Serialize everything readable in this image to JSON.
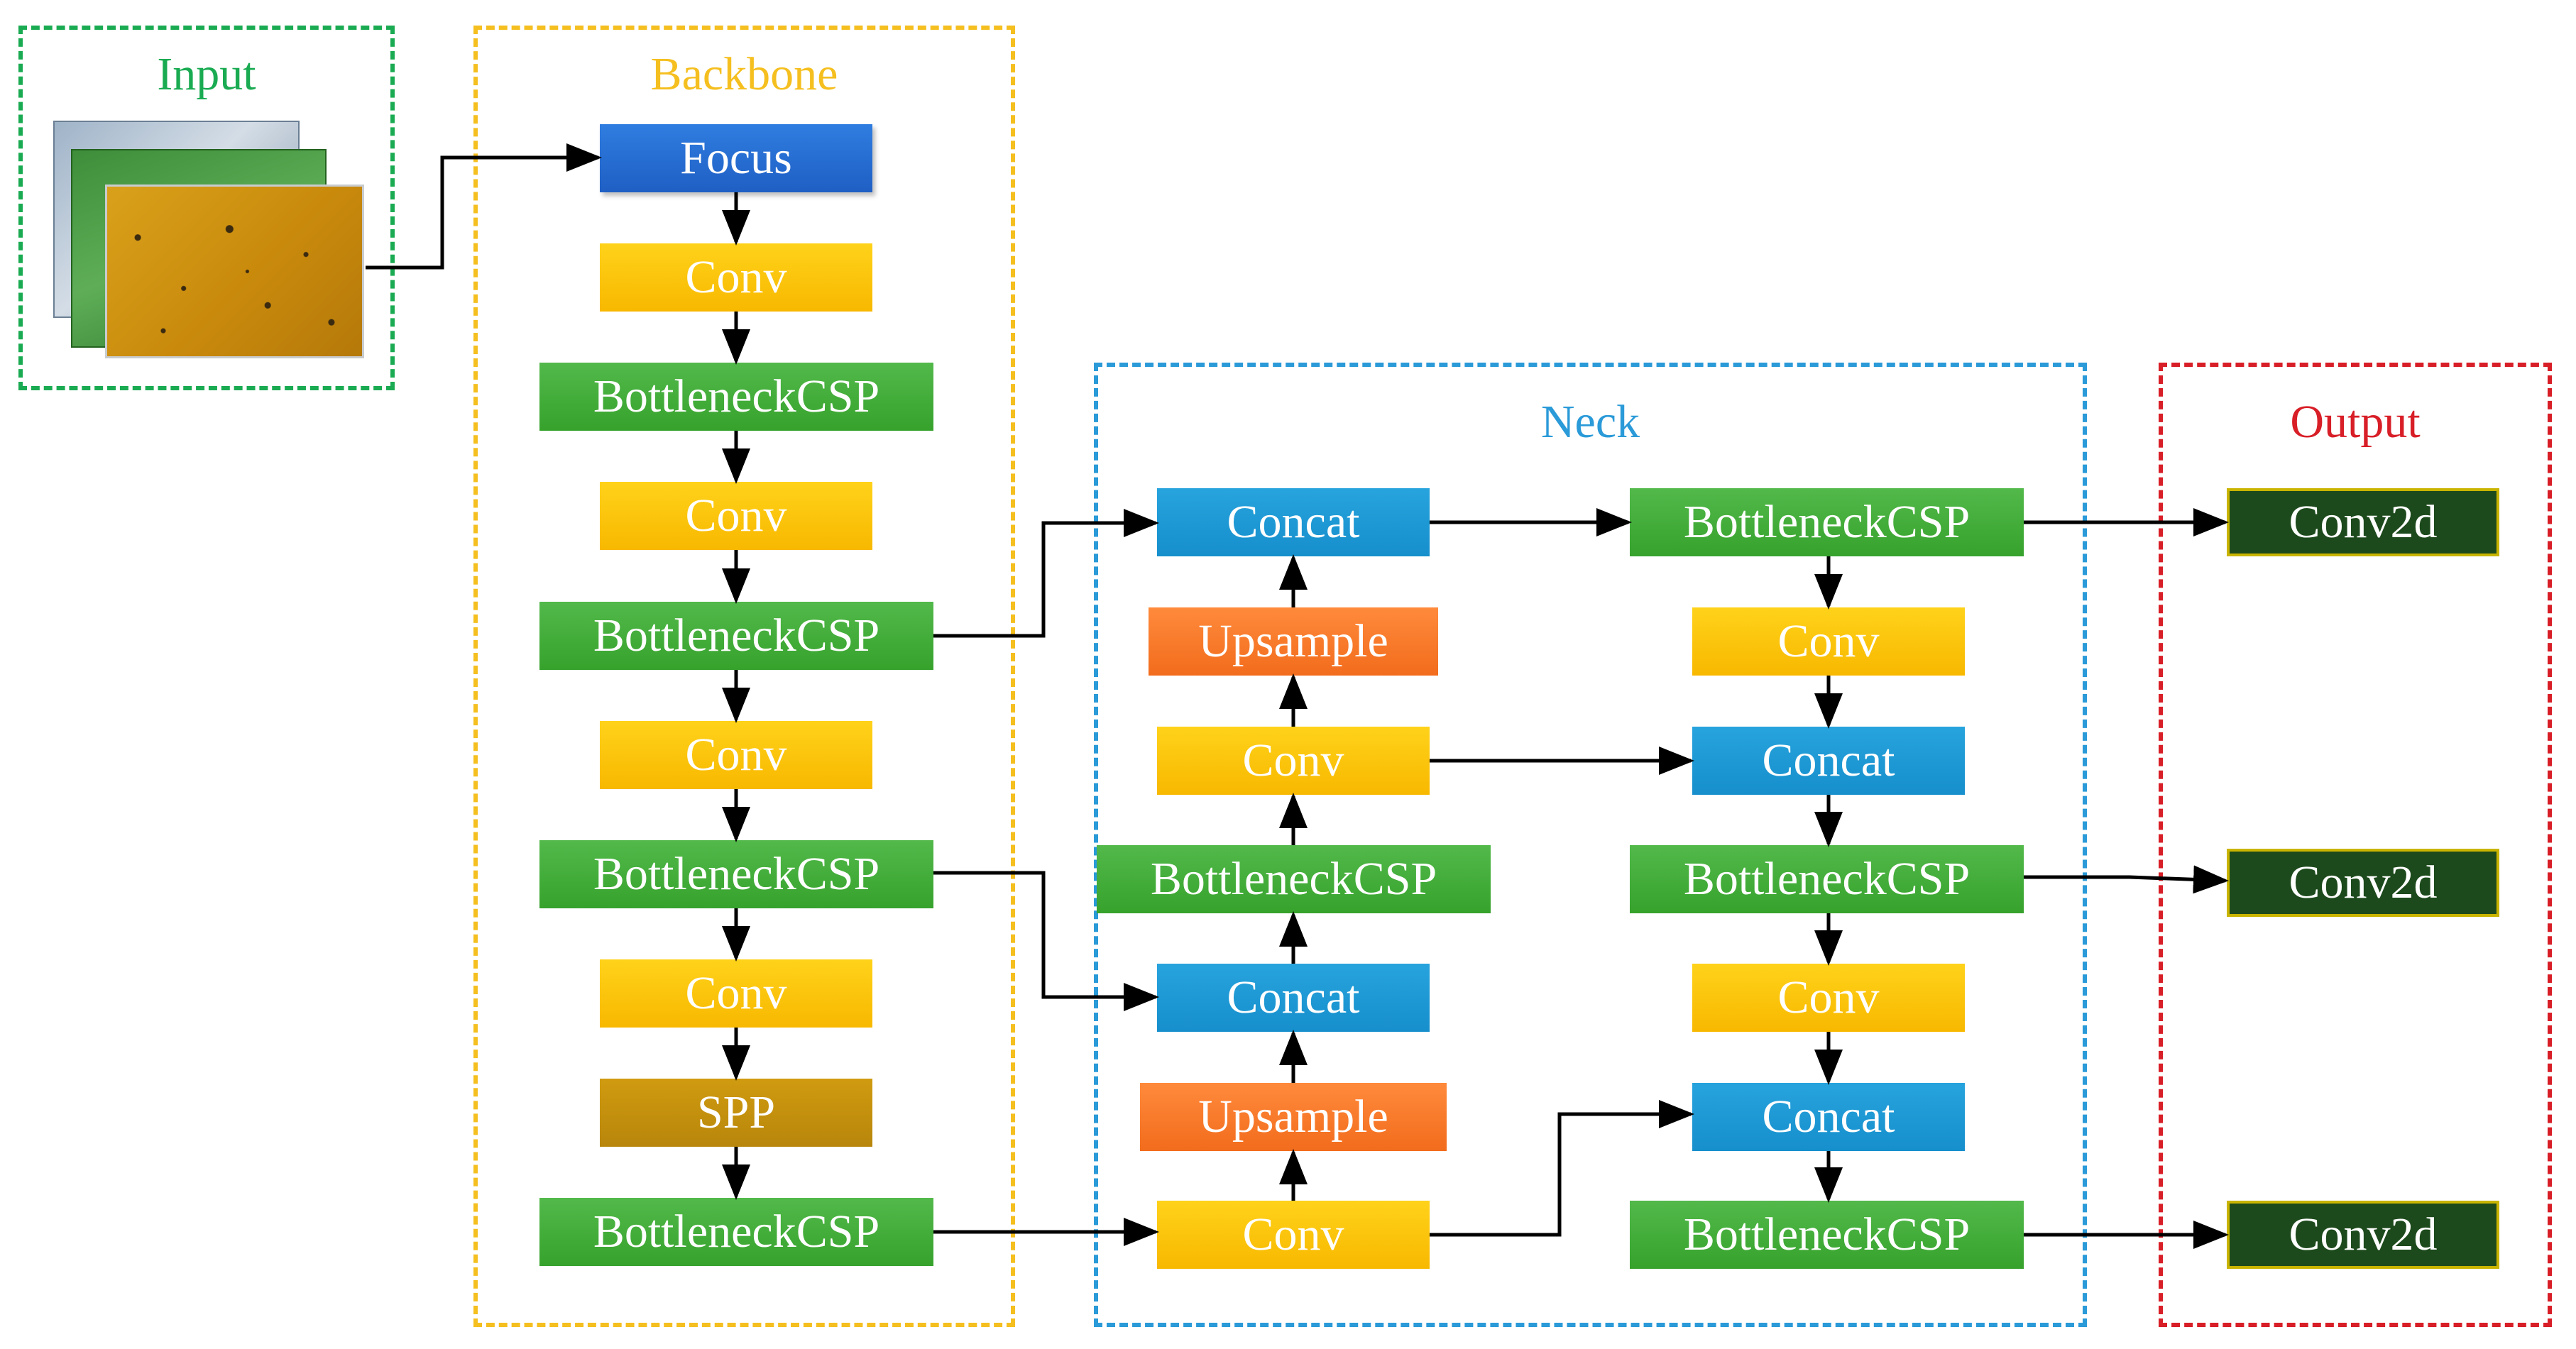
{
  "groups": {
    "input": {
      "title": "Input",
      "color": "#1aab52"
    },
    "backbone": {
      "title": "Backbone",
      "color": "#f5bf1f"
    },
    "neck": {
      "title": "Neck",
      "color": "#2a9ad8"
    },
    "output": {
      "title": "Output",
      "color": "#d81e27"
    }
  },
  "nodes": {
    "focus": "Focus",
    "b_conv1": "Conv",
    "b_csp1": "BottleneckCSP",
    "b_conv2": "Conv",
    "b_csp2": "BottleneckCSP",
    "b_conv3": "Conv",
    "b_csp3": "BottleneckCSP",
    "b_conv4": "Conv",
    "b_spp": "SPP",
    "b_csp4": "BottleneckCSP",
    "n_concat1": "Concat",
    "n_up1": "Upsample",
    "n_conv1": "Conv",
    "n_csp1": "BottleneckCSP",
    "n_concat2": "Concat",
    "n_up2": "Upsample",
    "n_conv2": "Conv",
    "n_csp_r1": "BottleneckCSP",
    "n_conv_r1": "Conv",
    "n_concat_r1": "Concat",
    "n_csp_r2": "BottleneckCSP",
    "n_conv_r2": "Conv",
    "n_concat_r2": "Concat",
    "n_csp_r3": "BottleneckCSP",
    "o_conv1": "Conv2d",
    "o_conv2": "Conv2d",
    "o_conv3": "Conv2d"
  },
  "edges": [
    [
      "input_images",
      "focus"
    ],
    [
      "focus",
      "b_conv1"
    ],
    [
      "b_conv1",
      "b_csp1"
    ],
    [
      "b_csp1",
      "b_conv2"
    ],
    [
      "b_conv2",
      "b_csp2"
    ],
    [
      "b_csp2",
      "b_conv3"
    ],
    [
      "b_conv3",
      "b_csp3"
    ],
    [
      "b_csp3",
      "b_conv4"
    ],
    [
      "b_conv4",
      "b_spp"
    ],
    [
      "b_spp",
      "b_csp4"
    ],
    [
      "b_csp2",
      "n_concat1"
    ],
    [
      "b_csp3",
      "n_concat2"
    ],
    [
      "b_csp4",
      "n_conv2"
    ],
    [
      "n_conv2",
      "n_up2"
    ],
    [
      "n_up2",
      "n_concat2"
    ],
    [
      "n_concat2",
      "n_csp1"
    ],
    [
      "n_csp1",
      "n_conv1"
    ],
    [
      "n_conv1",
      "n_up1"
    ],
    [
      "n_up1",
      "n_concat1"
    ],
    [
      "n_concat1",
      "n_csp_r1"
    ],
    [
      "n_csp_r1",
      "n_conv_r1"
    ],
    [
      "n_conv_r1",
      "n_concat_r1"
    ],
    [
      "n_conv1",
      "n_concat_r1"
    ],
    [
      "n_concat_r1",
      "n_csp_r2"
    ],
    [
      "n_csp_r2",
      "n_conv_r2"
    ],
    [
      "n_conv_r2",
      "n_concat_r2"
    ],
    [
      "n_conv2",
      "n_concat_r2"
    ],
    [
      "n_concat_r2",
      "n_csp_r3"
    ],
    [
      "n_csp_r1",
      "o_conv1"
    ],
    [
      "n_csp_r2",
      "o_conv2"
    ],
    [
      "n_csp_r3",
      "o_conv3"
    ]
  ]
}
